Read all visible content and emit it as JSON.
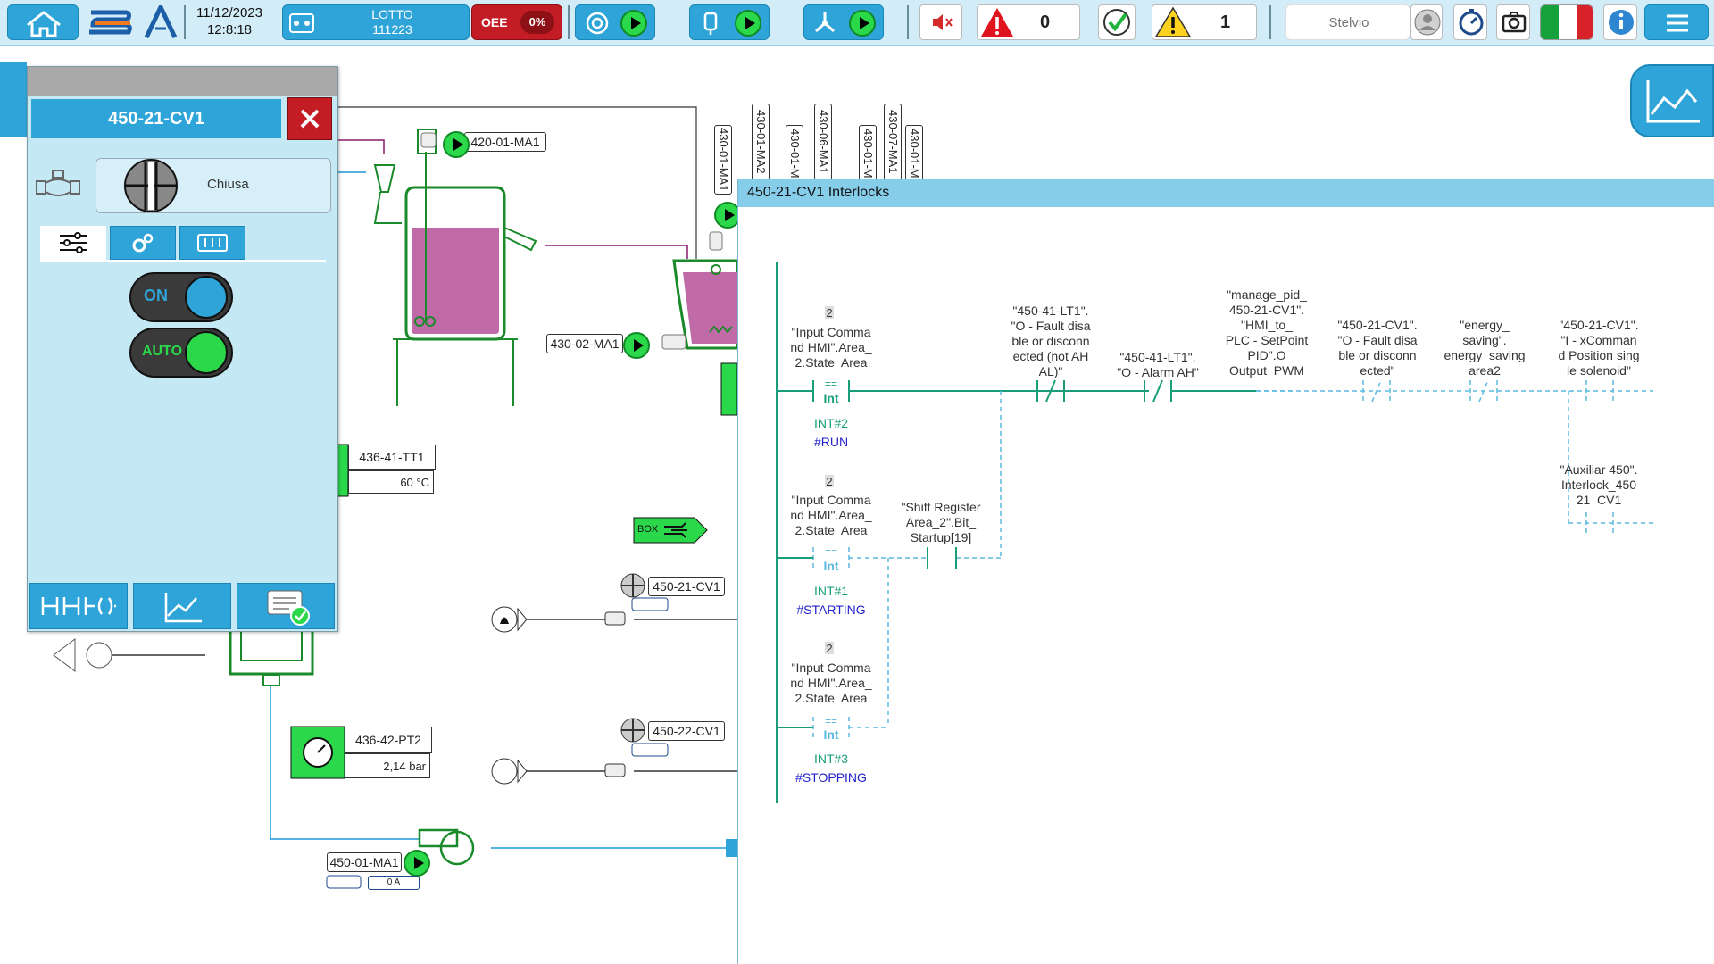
{
  "topbar": {
    "date": "11/12/2023",
    "time": "12:8:18",
    "lotto_label": "LOTTO",
    "lotto_value": "111223",
    "oee_label": "OEE",
    "oee_value": "0%",
    "alarm_count": "0",
    "warning_count": "1",
    "user_name": "Stelvio"
  },
  "faceplate": {
    "title": "450-21-CV1",
    "state": "Chiusa",
    "on_label": "ON",
    "auto_label": "AUTO"
  },
  "process": {
    "motor_420": "420-01-MA1",
    "motor_430_02": "430-02-MA1",
    "temp_tag": "436-41-TT1",
    "temp_value": "60 °C",
    "box_label": "BOX",
    "valve_21": "450-21-CV1",
    "valve_22": "450-22-CV1",
    "pressure_tag": "436-42-PT2",
    "pressure_value": "2,14 bar",
    "pump_tag": "450-01-MA1",
    "pump_current": "0 A",
    "vertical_tags": [
      "430-01-MA1",
      "430-01-MA2",
      "430-01-M",
      "430-06-MA1",
      "430-01-M",
      "430-07-MA1",
      "430-01-M"
    ]
  },
  "interlocks": {
    "title": "450-21-CV1 Interlocks",
    "rungs": [
      {
        "const": "2",
        "operand": "\"Input Comma\nnd HMI\".Area_\n2.State  Area",
        "op": "==",
        "type": "Int",
        "int_label": "INT#2",
        "state_label": "#RUN"
      },
      {
        "const": "2",
        "operand": "\"Input Comma\nnd HMI\".Area_\n2.State  Area",
        "op": "==",
        "type": "Int",
        "int_label": "INT#1",
        "state_label": "#STARTING"
      },
      {
        "const": "2",
        "operand": "\"Input Comma\nnd HMI\".Area_\n2.State  Area",
        "op": "==",
        "type": "Int",
        "int_label": "INT#3",
        "state_label": "#STOPPING"
      }
    ],
    "shift_register": "\"Shift Register\nArea_2\".Bit_\nStartup[19]",
    "contacts": [
      "\"450-41-LT1\".\n\"O - Fault disa\nble or disconn\nected (not AH\nAL)\"",
      "\"450-41-LT1\".\n\"O - Alarm AH\"",
      "\"manage_pid_\n450-21-CV1\".\n\"HMI_to_\nPLC - SetPoint\n_PID\".O_\nOutput  PWM",
      "\"450-21-CV1\".\n\"O - Fault disa\nble or disconn\nected\"",
      "\"energy_\nsaving\".\nenergy_saving\narea2",
      "\"450-21-CV1\".\n\"I - xComman\nd Position sing\nle solenoid\""
    ],
    "auxiliar": "\"Auxiliar 450\".\nInterlock_450\n21  CV1"
  }
}
